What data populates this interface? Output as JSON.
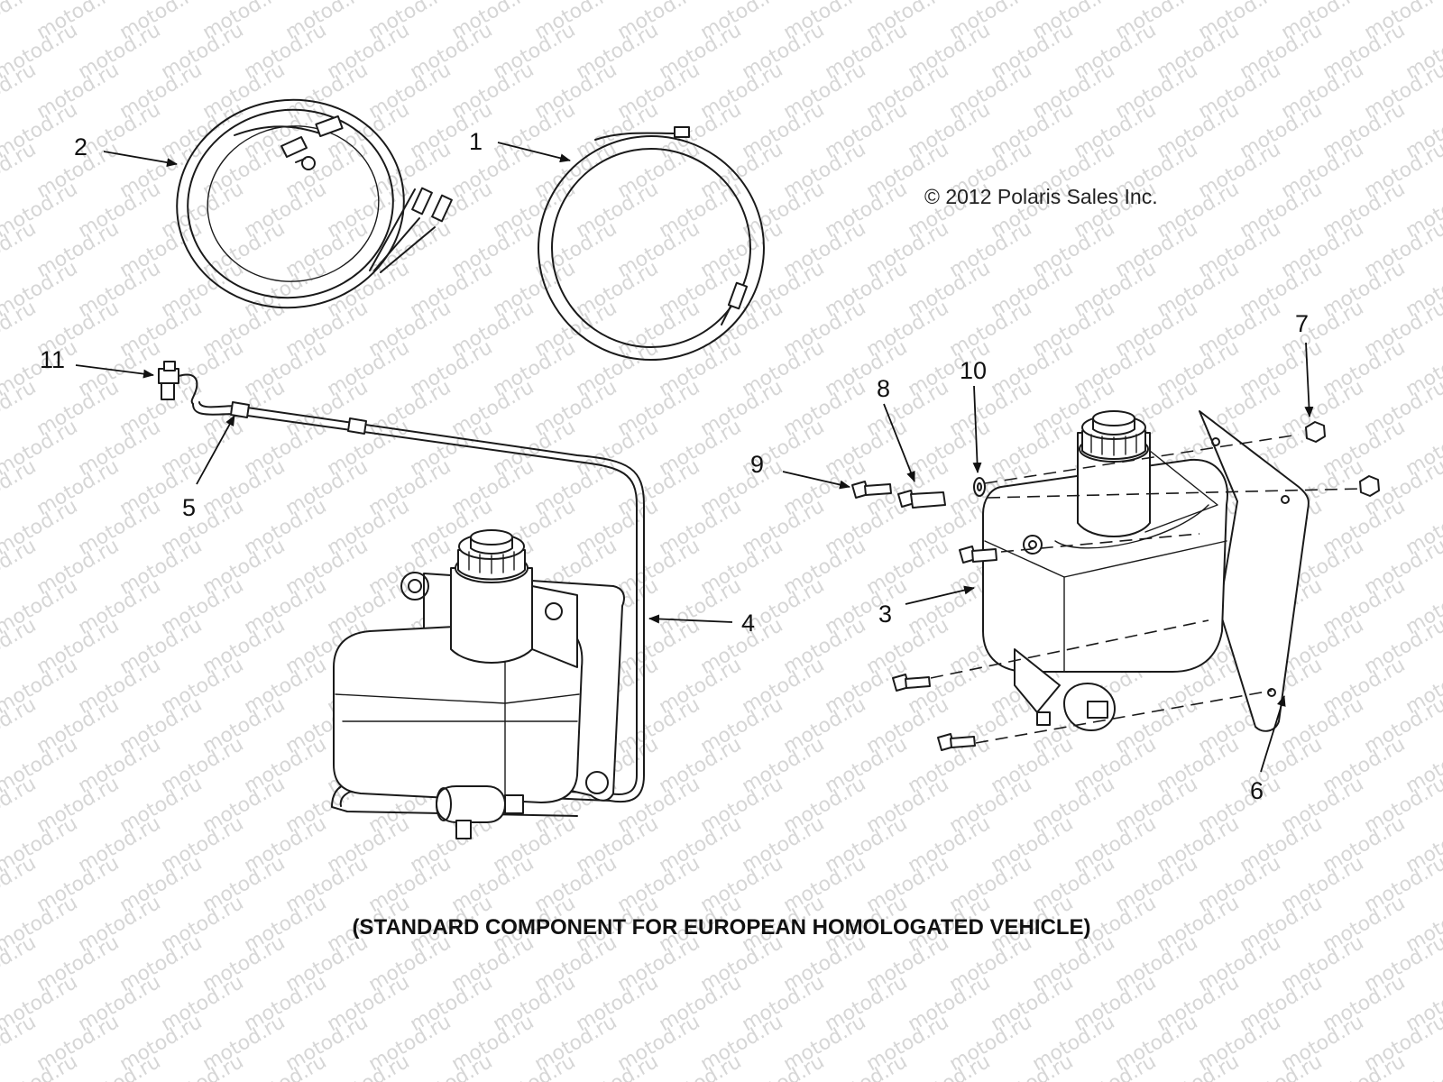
{
  "watermark": {
    "text": "motod.ru",
    "color": "#d6d6d6"
  },
  "copyright": "© 2012 Polaris Sales Inc.",
  "caption": "(STANDARD COMPONENT FOR EUROPEAN HOMOLOGATED VEHICLE)",
  "callouts": {
    "c1": "1",
    "c2": "2",
    "c3": "3",
    "c4": "4",
    "c5": "5",
    "c6": "6",
    "c7": "7",
    "c8": "8",
    "c9": "9",
    "c10": "10",
    "c11": "11"
  },
  "parts": [
    {
      "ref": "1",
      "icon": "coiled-wire-harness-icon"
    },
    {
      "ref": "2",
      "icon": "coiled-wire-harness-with-terminals-icon"
    },
    {
      "ref": "3",
      "icon": "washer-reservoir-tank-icon"
    },
    {
      "ref": "4",
      "icon": "washer-hose-icon"
    },
    {
      "ref": "5",
      "icon": "hose-clip-icon"
    },
    {
      "ref": "6",
      "icon": "mounting-bracket-icon"
    },
    {
      "ref": "7",
      "icon": "nut-icon"
    },
    {
      "ref": "8",
      "icon": "bolt-icon"
    },
    {
      "ref": "9",
      "icon": "screw-icon"
    },
    {
      "ref": "10",
      "icon": "washer-icon"
    },
    {
      "ref": "11",
      "icon": "nozzle-connector-icon"
    }
  ]
}
